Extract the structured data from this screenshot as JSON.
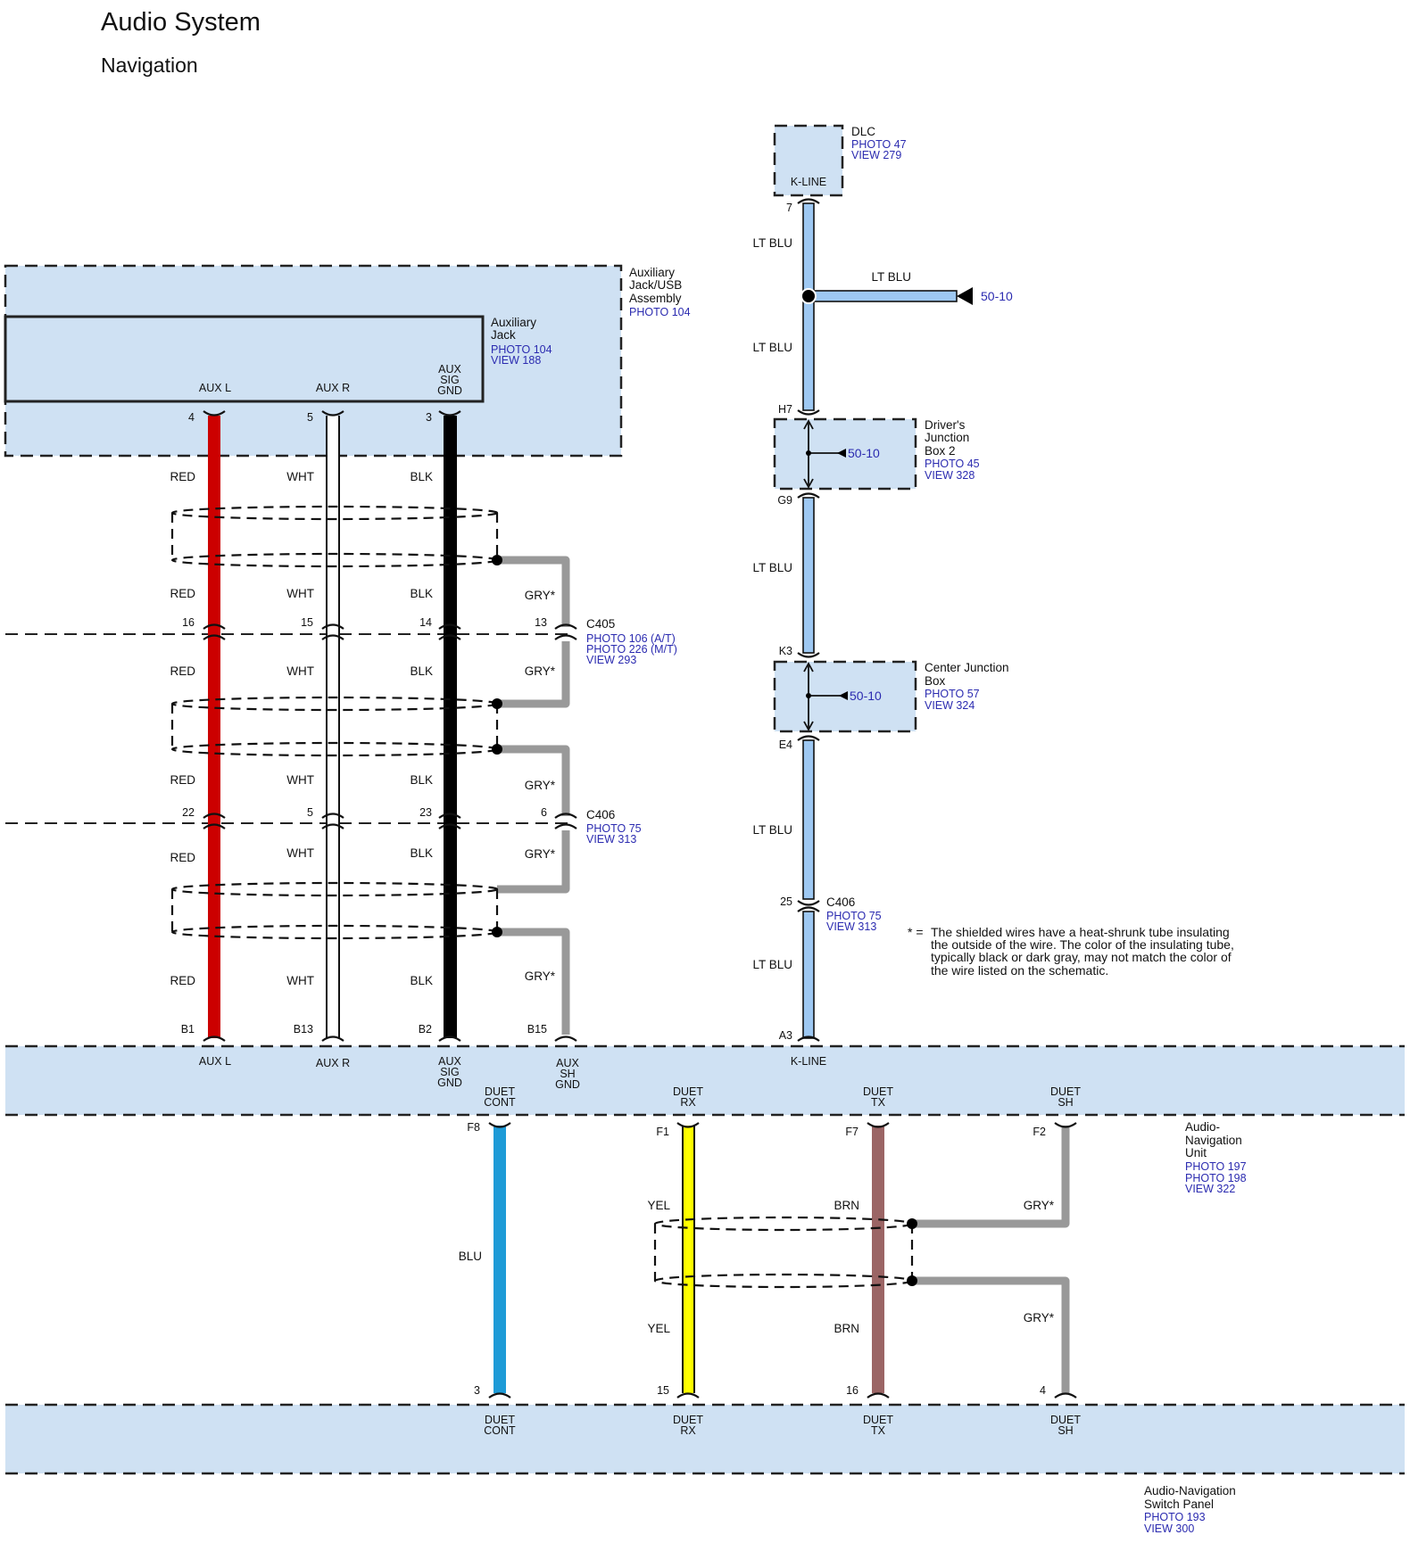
{
  "header": {
    "title": "Audio System",
    "subtitle": "Navigation"
  },
  "colors": {
    "box_fill": "#cfe1f3",
    "red": "#cc0000",
    "white": "#ffffff",
    "black": "#000000",
    "gray": "#999999",
    "lt_blu": "#9ec8f2",
    "blu": "#1e9bd7",
    "yel": "#ffff00",
    "brn": "#9b6565",
    "ref_text": "#2b2bb0"
  },
  "components": {
    "aux_assembly": {
      "name_lines": [
        "Auxiliary",
        "Jack/USB",
        "Assembly"
      ],
      "ref_lines": [
        "PHOTO 104"
      ]
    },
    "aux_jack": {
      "name_lines": [
        "Auxiliary",
        "Jack"
      ],
      "ref_lines": [
        "PHOTO 104",
        "VIEW 188"
      ],
      "pins": [
        "AUX L",
        "AUX R",
        "AUX",
        "SIG",
        "GND"
      ]
    },
    "dlc": {
      "name_lines": [
        "DLC"
      ],
      "ref_lines": [
        "PHOTO 47",
        "VIEW 279"
      ],
      "pin": "K-LINE"
    },
    "djb2": {
      "name_lines": [
        "Driver's",
        "Junction",
        "Box 2"
      ],
      "ref_lines": [
        "PHOTO 45",
        "VIEW 328"
      ],
      "ref_tag": "50-10"
    },
    "cjb": {
      "name_lines": [
        "Center Junction",
        "Box"
      ],
      "ref_lines": [
        "PHOTO 57",
        "VIEW 324"
      ],
      "ref_tag": "50-10"
    },
    "c405": {
      "name": "C405",
      "ref_lines": [
        "PHOTO 106 (A/T)",
        "PHOTO 226 (M/T)",
        "VIEW 293"
      ]
    },
    "c406_left": {
      "name": "C406",
      "ref_lines": [
        "PHOTO 75",
        "VIEW 313"
      ]
    },
    "c406_right": {
      "name": "C406",
      "ref_lines": [
        "PHOTO 75",
        "VIEW 313"
      ]
    },
    "unit": {
      "name_lines": [
        "Audio-",
        "Navigation",
        "Unit"
      ],
      "ref_lines": [
        "PHOTO 197",
        "PHOTO 198",
        "VIEW 322"
      ]
    },
    "switch_panel": {
      "name_lines": [
        "Audio-Navigation",
        "Switch Panel"
      ],
      "ref_lines": [
        "PHOTO 193",
        "VIEW 300"
      ]
    },
    "splice_ref": "50-10"
  },
  "wires": {
    "aux_l": {
      "color": "RED",
      "pins": [
        "4",
        "16",
        "22",
        "B1"
      ]
    },
    "aux_r": {
      "color": "WHT",
      "pins": [
        "5",
        "15",
        "5",
        "B13"
      ]
    },
    "aux_gnd": {
      "color": "BLK",
      "pins": [
        "3",
        "14",
        "23",
        "B2"
      ]
    },
    "shield": {
      "color": "GRY*",
      "pins": [
        "13",
        "6",
        "B15"
      ]
    },
    "kline": {
      "color": "LT BLU",
      "pins": [
        "7",
        "H7",
        "G9",
        "K3",
        "E4",
        "25",
        "A3"
      ]
    },
    "duet_cont": {
      "color": "BLU",
      "pins": [
        "F8",
        "3"
      ]
    },
    "duet_rx": {
      "color": "YEL",
      "pins": [
        "F1",
        "15"
      ]
    },
    "duet_tx": {
      "color": "BRN",
      "pins": [
        "F7",
        "16"
      ]
    },
    "duet_sh": {
      "color": "GRY*",
      "pins": [
        "F2",
        "4"
      ]
    }
  },
  "unit_pins": {
    "top": {
      "aux_l": "AUX L",
      "aux_r": "AUX R",
      "aux_gnd_lines": [
        "AUX",
        "SIG",
        "GND"
      ],
      "aux_sh_lines": [
        "AUX",
        "SH",
        "GND"
      ],
      "kline": "K-LINE"
    },
    "duet_lines": {
      "cont": [
        "DUET",
        "CONT"
      ],
      "rx": [
        "DUET",
        "RX"
      ],
      "tx": [
        "DUET",
        "TX"
      ],
      "sh": [
        "DUET",
        "SH"
      ]
    }
  },
  "footnote": {
    "mark": "* =",
    "lines": [
      "The shielded wires have a heat-shrunk tube insulating",
      "the outside of the wire. The color of the insulating tube,",
      "typically black or dark gray, may not match the color of",
      "the wire listed on the schematic."
    ]
  }
}
